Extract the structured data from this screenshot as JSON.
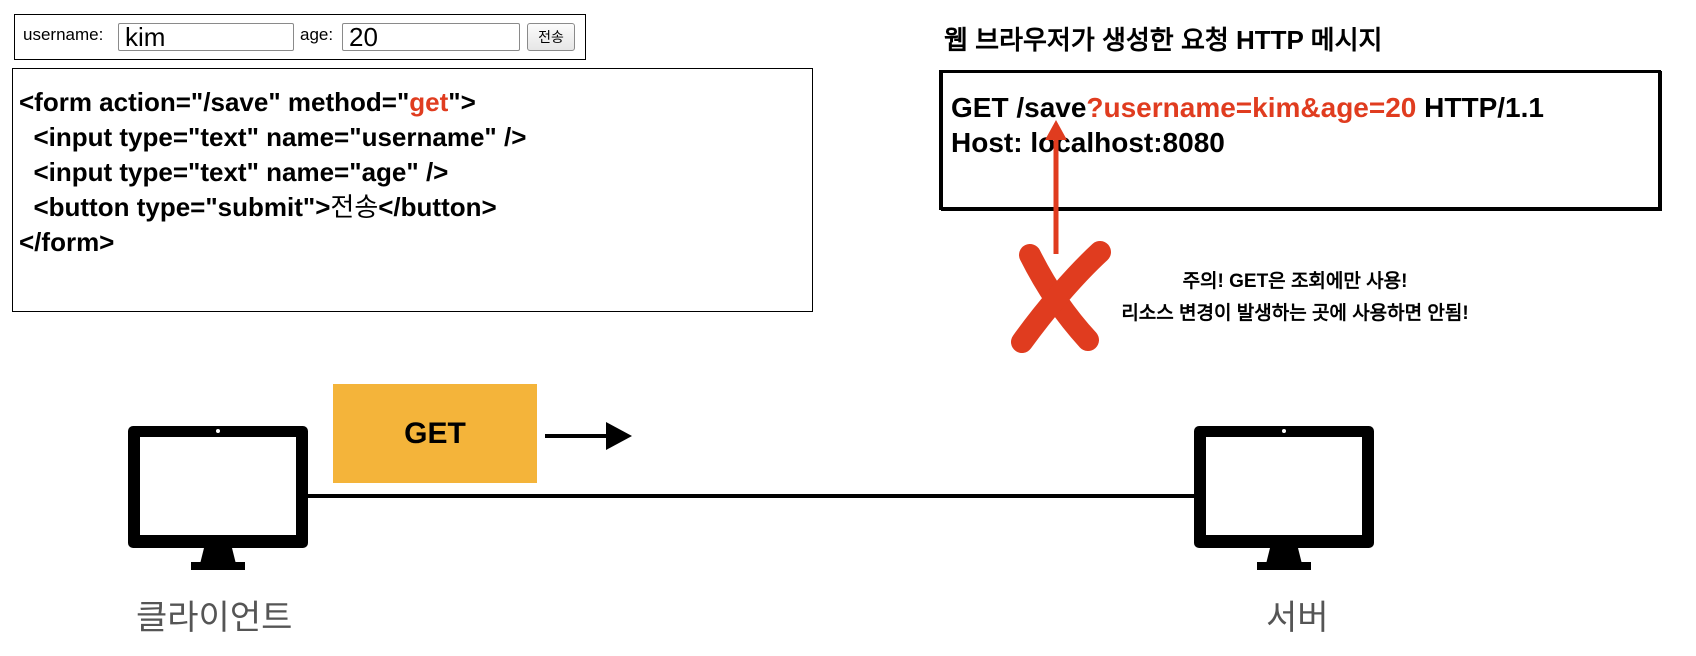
{
  "form": {
    "username_label": "username:",
    "username_value": "kim",
    "age_label": "age:",
    "age_value": "20",
    "submit_label": "전송"
  },
  "code": {
    "line1": {
      "pre": "<form action=\"/save\" method=\"",
      "method": "get",
      "post": "\">"
    },
    "line2": {
      "pre": "  <input type=\"text\" name=\"",
      "name": "username",
      "post": "\" />"
    },
    "line3": {
      "pre": "  <input type=\"text\" name=\"",
      "name": "age",
      "post": "\" />"
    },
    "line4": {
      "pre": "  <button type=\"submit\">",
      "text": "전송",
      "post": "</button>"
    },
    "line5": "</form>"
  },
  "message": {
    "title": "웹 브라우저가 생성한 요청 HTTP 메시지",
    "request_method_path": "GET /save",
    "query": "?username=kim&age=20",
    "version": " HTTP/1.1",
    "host_line": "Host: localhost:8080"
  },
  "warning": {
    "line1": "주의! GET은 조회에만 사용!",
    "line2": "리소스 변경이 발생하는 곳에 사용하면 안됨!"
  },
  "flow": {
    "method_label": "GET",
    "client_label": "클라이언트",
    "server_label": "서버"
  },
  "colors": {
    "accent_red": "#e03c1f",
    "get_box": "#f4b43a",
    "label_gray": "#555555"
  }
}
